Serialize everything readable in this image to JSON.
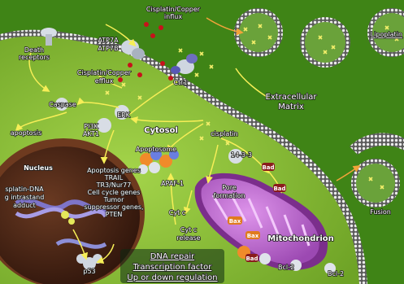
{
  "labels": {
    "cisplatin_copper_influx": [
      "Cisplatin/Copper",
      "influx"
    ],
    "lipoplatin": "Lipoplatin",
    "death_receptors": [
      "Death",
      "receptors"
    ],
    "atp7a": "ATP7A",
    "atp7b": "ATP7B",
    "cisplatin_copper_efflux": [
      "Cisplatin/Copper",
      "efflux"
    ],
    "ctr1": "Ctr1",
    "extracellular_matrix": [
      "Extracellular",
      "Matrix"
    ],
    "caspase": "Caspase",
    "erk": "ERK",
    "pi3k_akt": [
      "PI3K",
      "AKT1"
    ],
    "cytosol": "Cytosol",
    "cisplatin": "cisplatin",
    "apoptosis": "apoptosis",
    "apoptosome": "Apoptosome",
    "protein_1433": [
      "14-3-3",
      "Bad"
    ],
    "nucleus": "Nucleus",
    "cisplatin_dna": [
      "splatin-DNA",
      "g intrastand",
      "adduct"
    ],
    "apoptosis_genes": [
      "Apoptosis genes",
      "TRAIL",
      "TR3/Nur77",
      "Cell cycle genes",
      "Tumor",
      "suppressor genes,",
      "PTEN"
    ],
    "apaf1": "APAF-1",
    "pore_formation": [
      "Pore",
      "formation"
    ],
    "bad": "Bad",
    "cyt_c": "Cyt c",
    "cyt_c_release": [
      "Cyt c",
      "release"
    ],
    "bax": "Bax",
    "mitochondrion": "Mitochondrion",
    "fusion": "Fusion",
    "p53": "p53",
    "bcl2": "Bcl-2",
    "repair_box": [
      "DNA repair",
      "Transcription factor",
      "Up or down regulation"
    ]
  },
  "icons": [
    "liposome-icon",
    "receptor-icon",
    "cisplatin-molecule-icon",
    "dna-helix-icon",
    "mitochondrion-icon",
    "protein-cluster-icon"
  ],
  "colors": {
    "background": "#3a7a14",
    "cytosol": "#8ac23a",
    "nucleus": "#4b2415",
    "mitochondrion": "#c46bd6",
    "membrane": "#d6d6d6",
    "bad_badge": "#8a1c1c"
  }
}
